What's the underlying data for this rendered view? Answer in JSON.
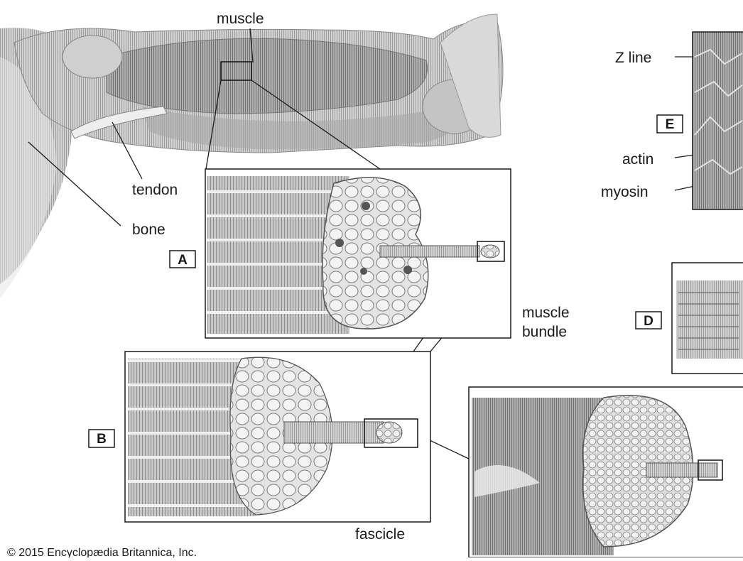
{
  "labels": {
    "muscle": "muscle",
    "tendon": "tendon",
    "bone": "bone",
    "muscle_bundle_line1": "muscle",
    "muscle_bundle_line2": "bundle",
    "fascicle": "fascicle",
    "z_line": "Z line",
    "actin": "actin",
    "myosin": "myosin"
  },
  "panels": {
    "a": "A",
    "b": "B",
    "d": "D",
    "e": "E"
  },
  "credit": "© 2015 Encyclopædia Britannica, Inc.",
  "colors": {
    "line": "#1a1a1a",
    "shade_dark": "#8a8a8a",
    "shade_mid": "#b5b5b5",
    "shade_light": "#d8d8d8",
    "background": "#ffffff"
  }
}
